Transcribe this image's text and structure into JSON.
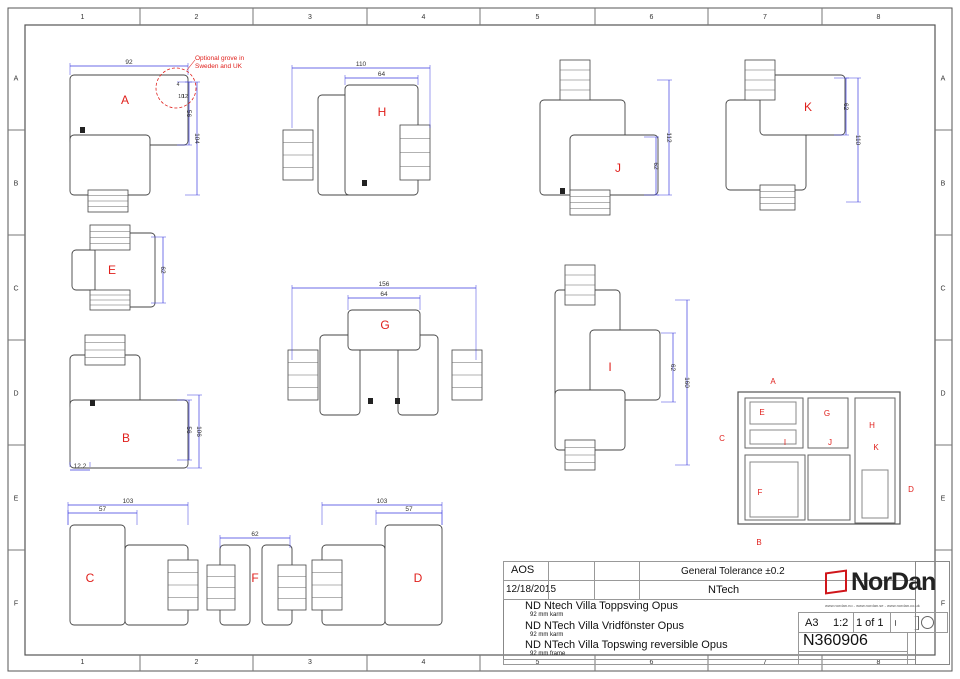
{
  "grid": {
    "columns": [
      "1",
      "2",
      "3",
      "4",
      "5",
      "6",
      "7",
      "8"
    ],
    "rows": [
      "A",
      "B",
      "C",
      "D",
      "E",
      "F"
    ]
  },
  "sections": [
    {
      "id": "A",
      "label": "A",
      "dims": [
        "92",
        "56",
        "104",
        "4",
        "10",
        "12"
      ]
    },
    {
      "id": "H",
      "label": "H",
      "dims": [
        "110",
        "64"
      ]
    },
    {
      "id": "J",
      "label": "J",
      "dims": [
        "112",
        "62"
      ]
    },
    {
      "id": "K",
      "label": "K",
      "dims": [
        "62",
        "110"
      ]
    },
    {
      "id": "E",
      "label": "E",
      "dims": [
        "62"
      ]
    },
    {
      "id": "G",
      "label": "G",
      "dims": [
        "156",
        "64"
      ]
    },
    {
      "id": "I",
      "label": "I",
      "dims": [
        "62",
        "160"
      ]
    },
    {
      "id": "B",
      "label": "B",
      "dims": [
        "106",
        "56",
        "12.2"
      ]
    },
    {
      "id": "C",
      "label": "C",
      "dims": [
        "103",
        "57"
      ]
    },
    {
      "id": "F",
      "label": "F",
      "dims": [
        "62"
      ]
    },
    {
      "id": "D",
      "label": "D",
      "dims": [
        "103",
        "57"
      ]
    }
  ],
  "annotation": {
    "line1": "Optional grove in",
    "line2": "Sweden and UK"
  },
  "key_plan": {
    "labels": [
      "A",
      "E",
      "G",
      "H",
      "C",
      "J",
      "I",
      "K",
      "F",
      "D",
      "B"
    ]
  },
  "title_block": {
    "drawn_by": "AOS",
    "date": "12/18/2015",
    "tolerance": "General Tolerance ±0.2",
    "product": "NTech",
    "titles": [
      {
        "name": "ND Ntech Villa Toppsving Opus",
        "sub": "92 mm karm"
      },
      {
        "name": "ND NTech Villa Vridfönster Opus",
        "sub": "92 mm karm"
      },
      {
        "name": "ND NTech Villa Topswing reversible Opus",
        "sub": "92 mm frame"
      }
    ],
    "brand": "NorDan",
    "websites": "www.nordan.no - www.nordan.se - www.nordan.co.uk",
    "format": "A3",
    "scale": "1:2",
    "sheet": "1 of 1",
    "drawing_no": "N360906"
  },
  "colors": {
    "dim": "#3a3adf",
    "label": "#e0201c",
    "line": "#444",
    "brand": "#d0161b"
  }
}
